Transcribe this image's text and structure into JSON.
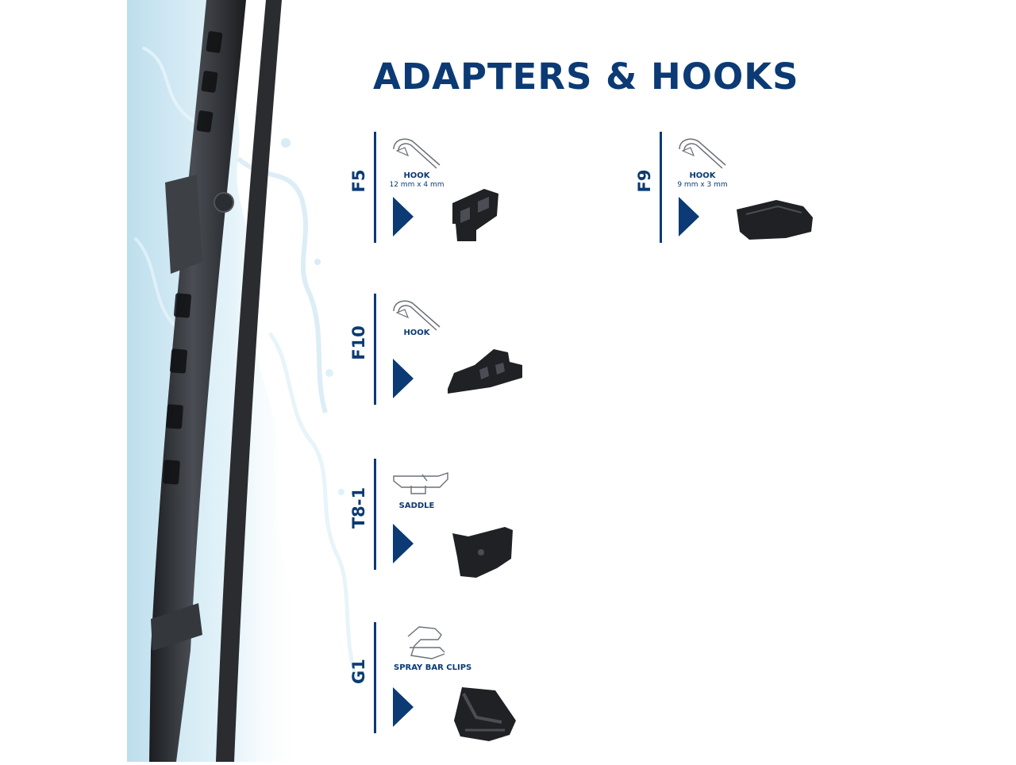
{
  "title": "ADAPTERS & HOOKS",
  "colors": {
    "brand": "#0b3a74",
    "water": "#bfe0ef",
    "blade": "#2a2d31",
    "part": "#1f2124"
  },
  "adapters": [
    {
      "code": "F5",
      "type": "HOOK",
      "dims": "12 mm x 4 mm",
      "diagram_icon": "hook-icon",
      "part_icon": "adapter-part-icon"
    },
    {
      "code": "F9",
      "type": "HOOK",
      "dims": "9 mm x 3 mm",
      "diagram_icon": "hook-icon",
      "part_icon": "adapter-part-icon"
    },
    {
      "code": "F10",
      "type": "HOOK",
      "diagram_icon": "hook-icon",
      "part_icon": "adapter-part-icon"
    },
    {
      "code": "T8-1",
      "type": "SADDLE",
      "diagram_icon": "saddle-icon",
      "part_icon": "adapter-part-icon"
    },
    {
      "code": "G1",
      "type": "SPRAY BAR CLIPS",
      "diagram_icon": "spray-bar-clip-icon",
      "part_icon": "adapter-part-icon"
    }
  ]
}
